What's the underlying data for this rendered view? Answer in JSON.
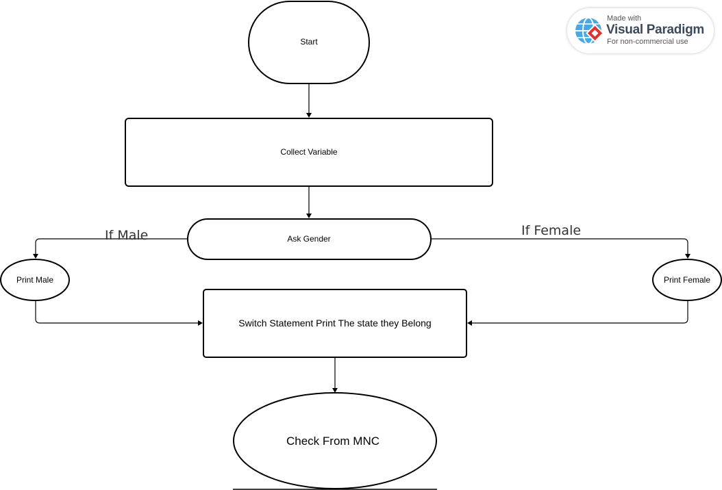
{
  "nodes": {
    "start": "Start",
    "collect": "Collect Variable",
    "ask_gender": "Ask Gender",
    "print_male": "Print Male",
    "print_female": "Print Female",
    "switch_stmt": "Switch Statement Print The state they Belong",
    "check_mnc": "Check From MNC"
  },
  "edge_labels": {
    "male_branch": "If Male",
    "female_branch": "If Female"
  },
  "watermark": {
    "made_with": "Made with",
    "brand": "Visual Paradigm",
    "note": "For non-commercial use"
  }
}
